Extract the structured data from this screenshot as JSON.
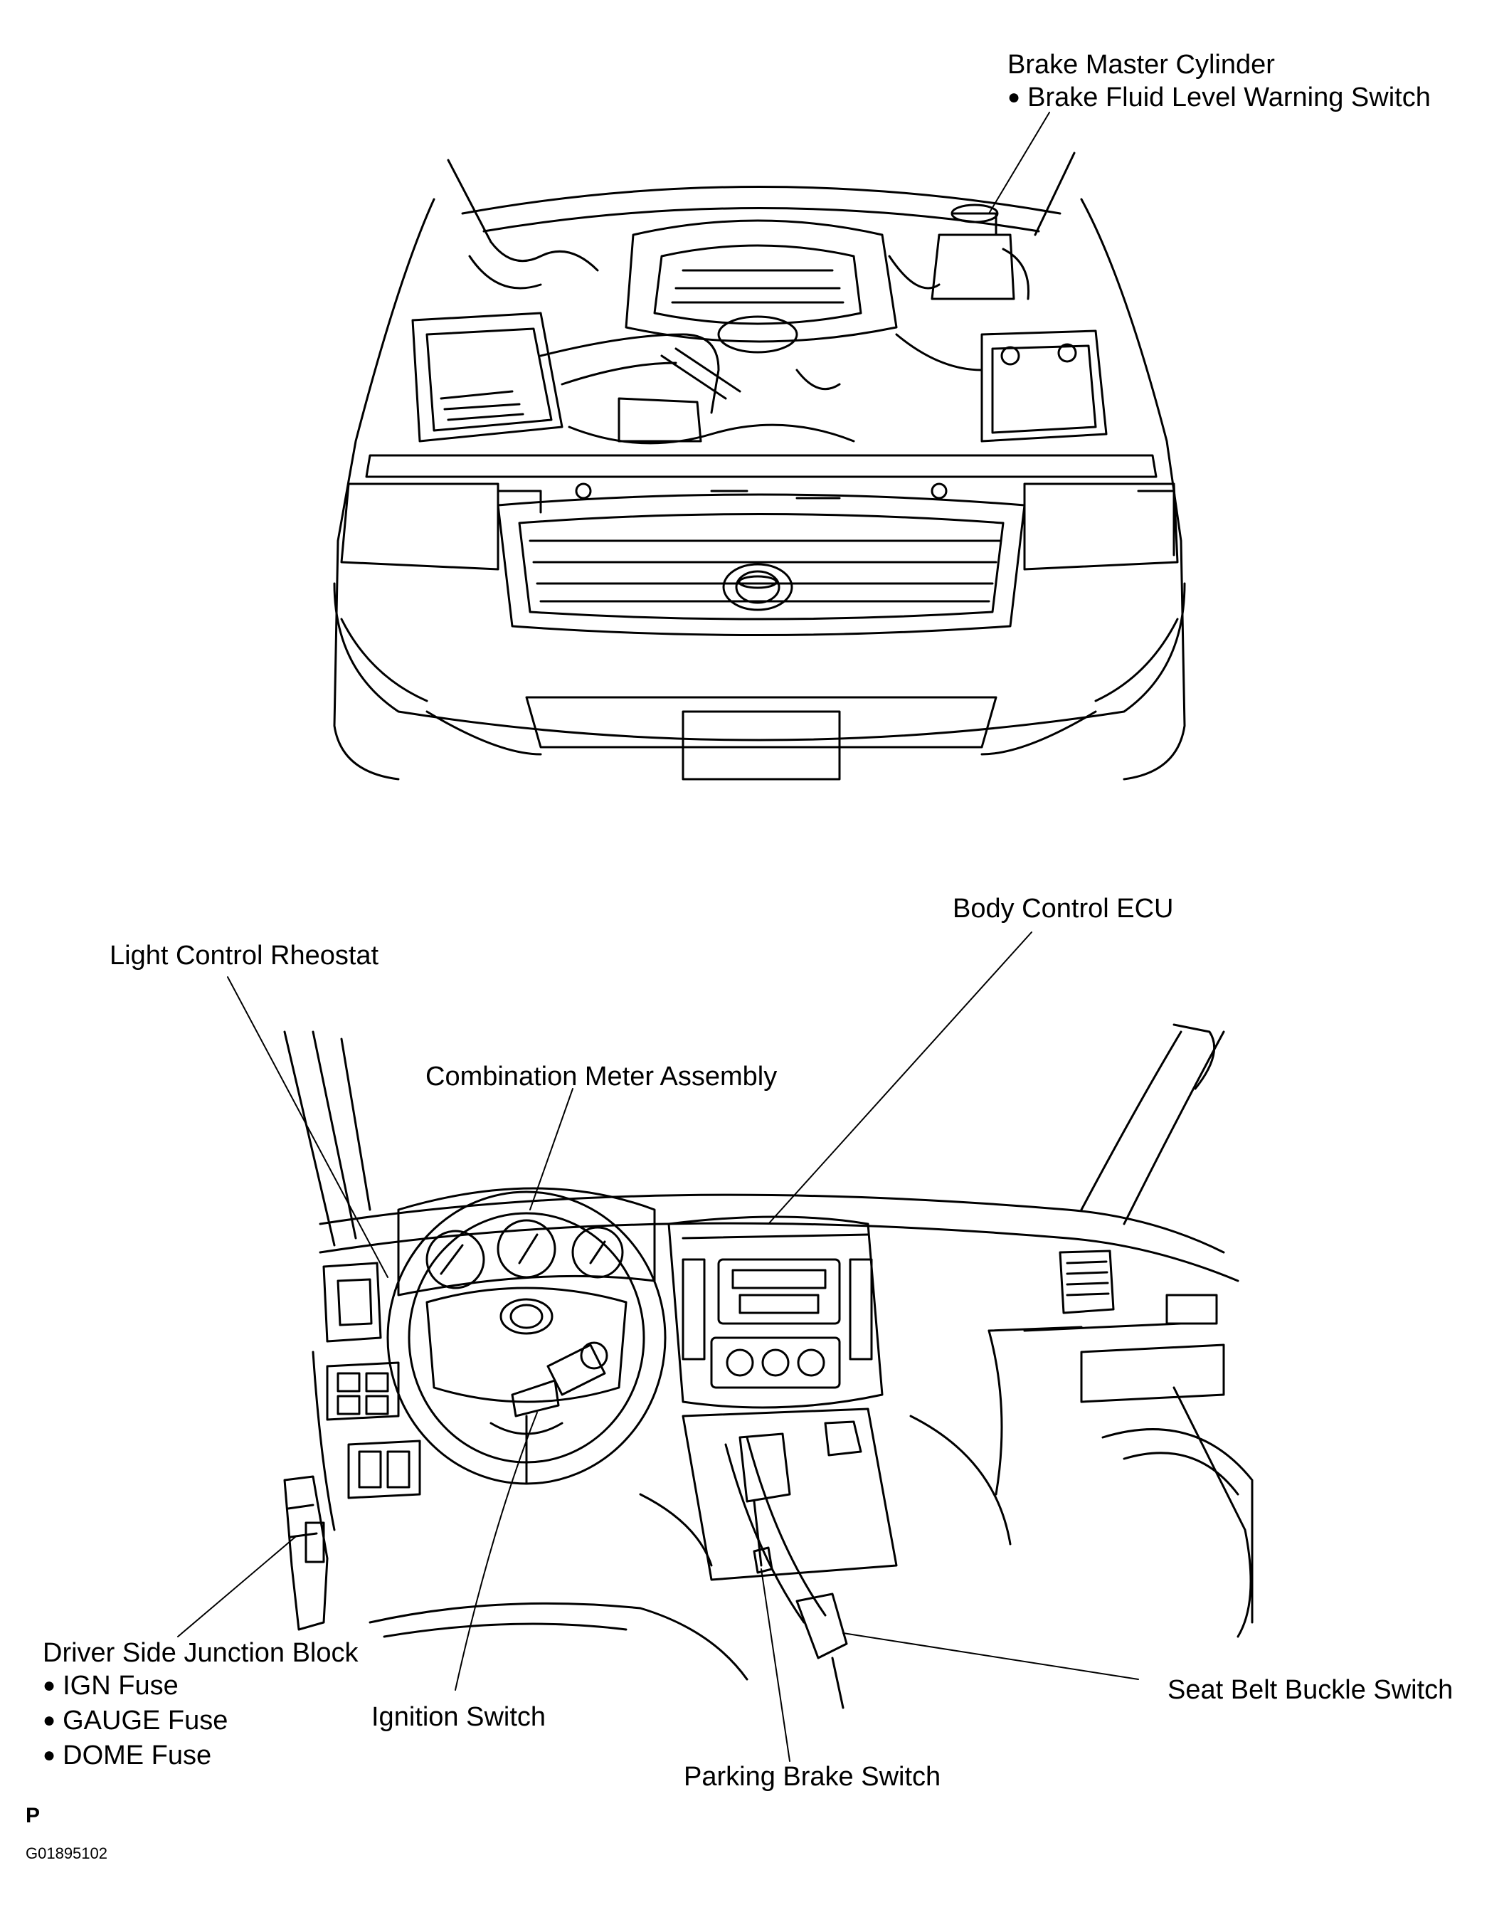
{
  "labels": {
    "brake_master": {
      "title": "Brake Master Cylinder",
      "bullets": [
        "Brake Fluid Level Warning Switch"
      ]
    },
    "body_ecu": {
      "title": "Body Control ECU"
    },
    "light_rheostat": {
      "title": "Light Control Rheostat"
    },
    "combo_meter": {
      "title": "Combination Meter Assembly"
    },
    "junction_block": {
      "title": "Driver Side Junction Block",
      "bullets": [
        "IGN Fuse",
        "GAUGE Fuse",
        "DOME Fuse"
      ]
    },
    "ignition_switch": {
      "title": "Ignition Switch"
    },
    "seat_belt": {
      "title": "Seat Belt Buckle Switch"
    },
    "parking_brake": {
      "title": "Parking Brake Switch"
    }
  },
  "footer": {
    "letter": "P",
    "code": "G01895102"
  }
}
